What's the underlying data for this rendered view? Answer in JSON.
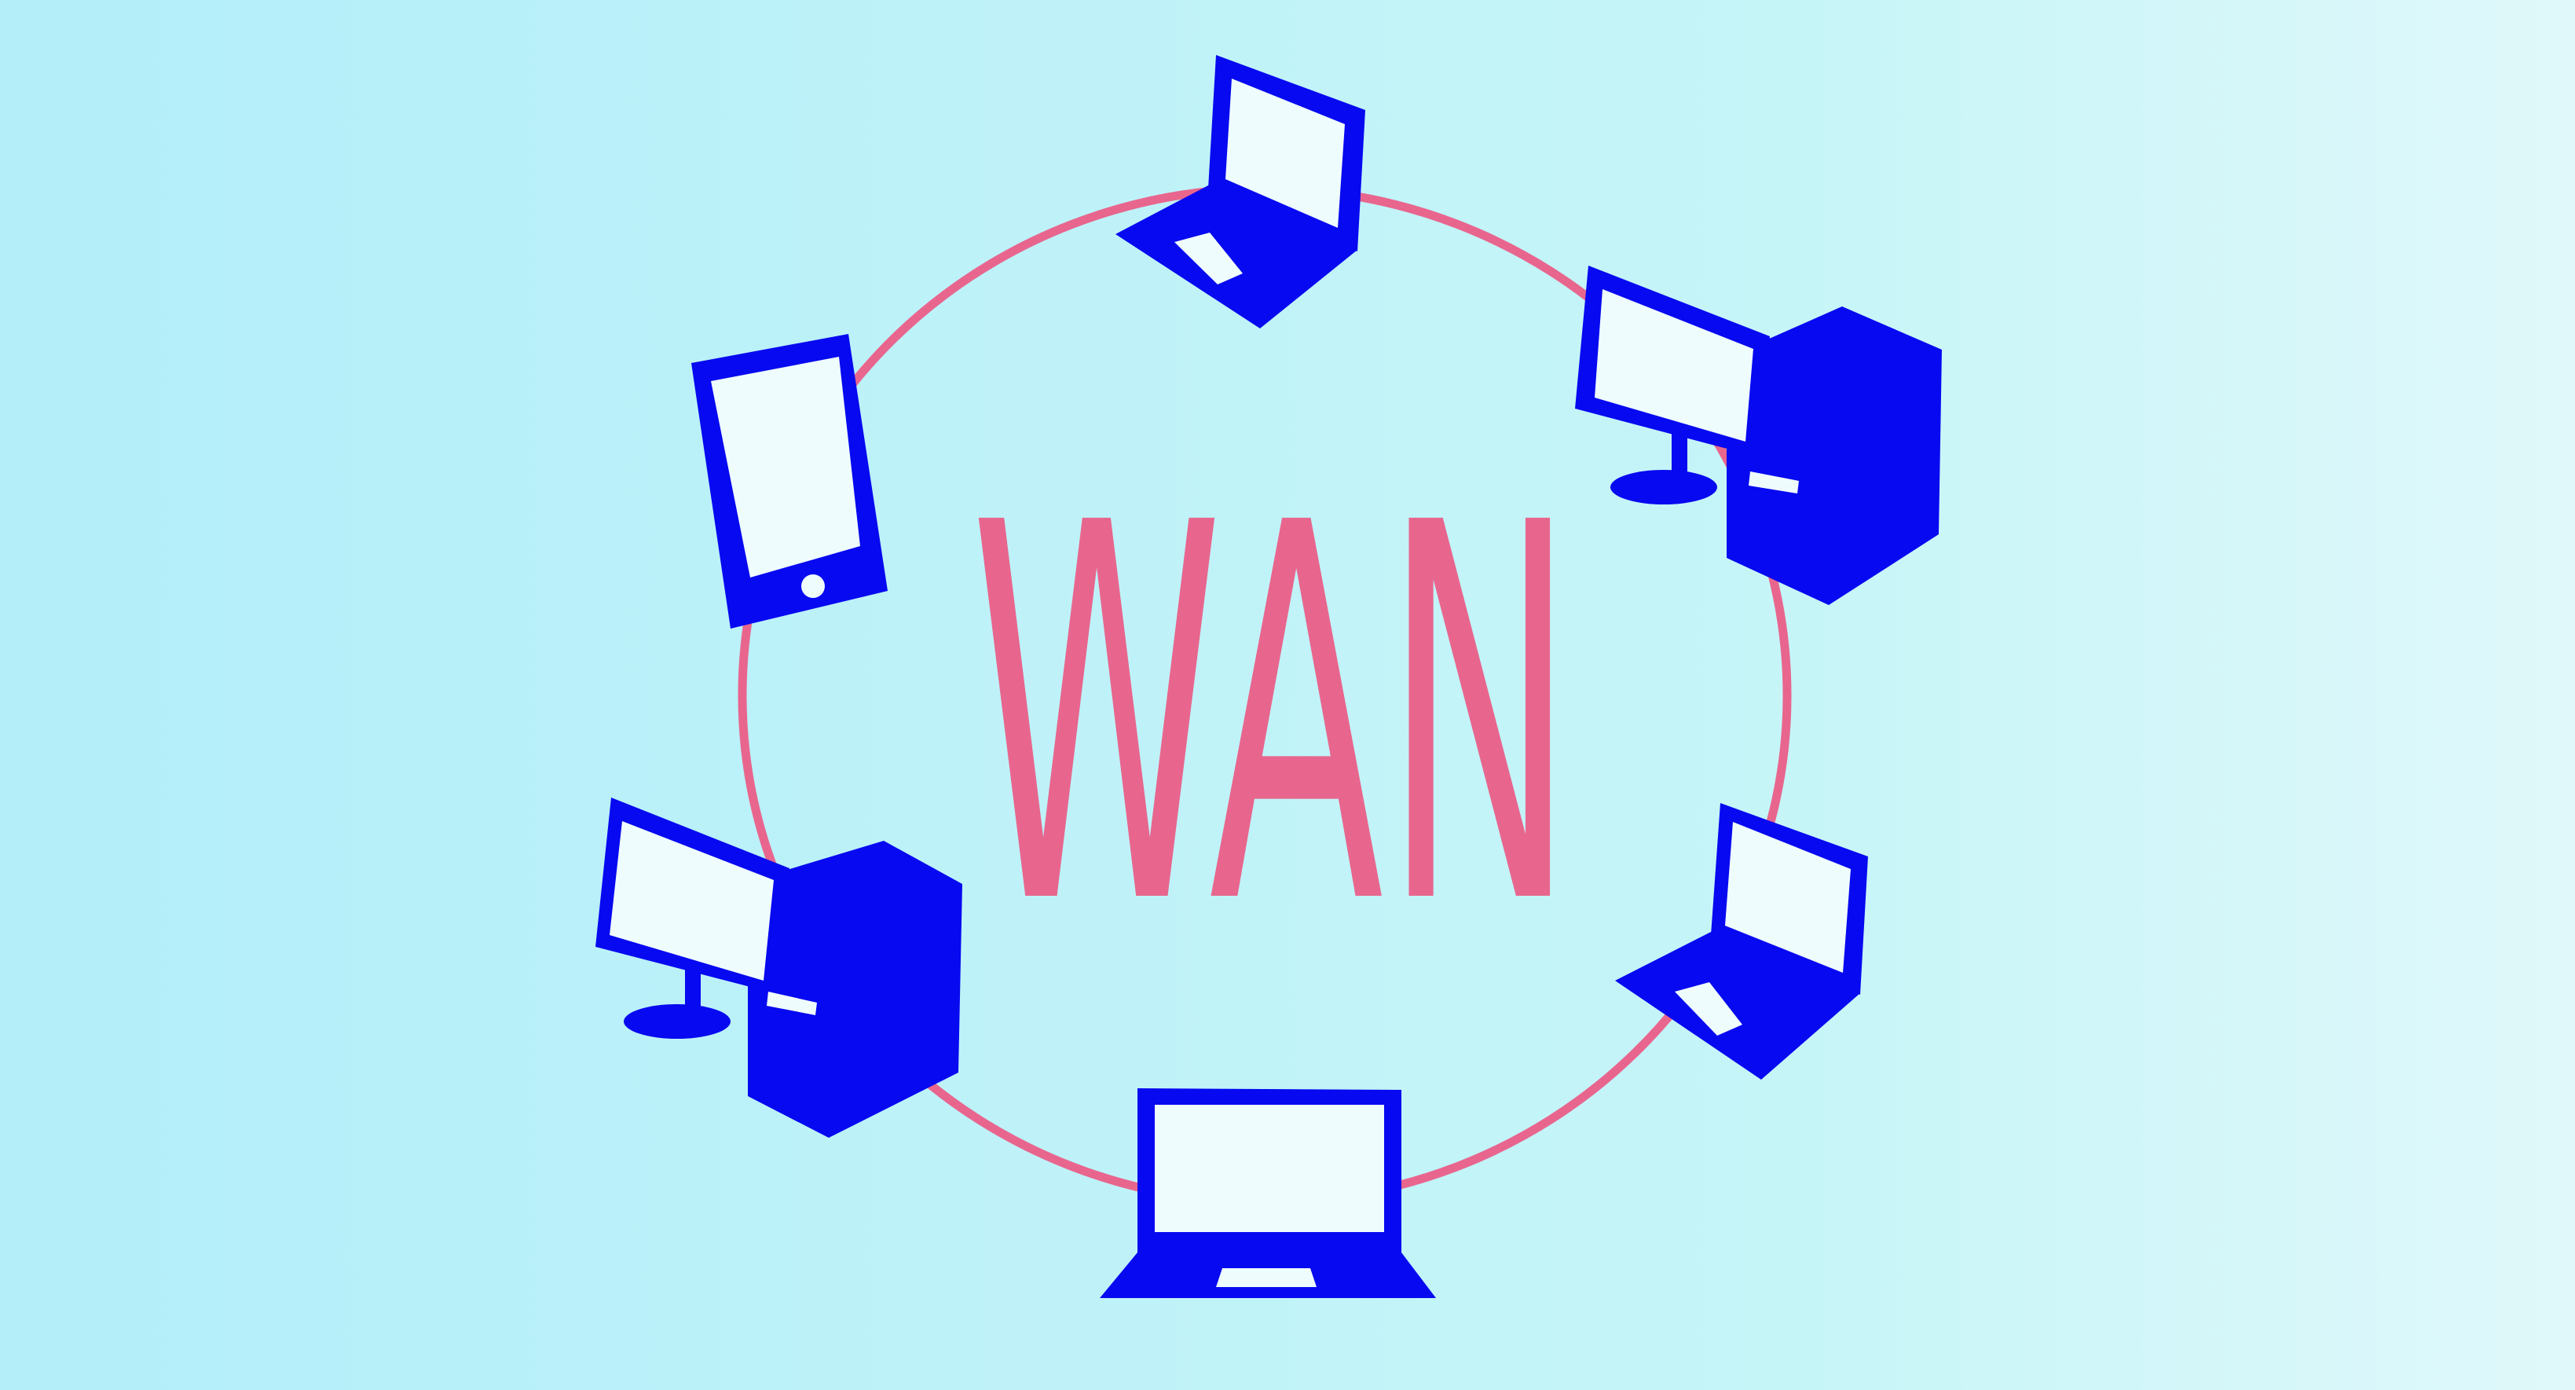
{
  "diagram": {
    "label": "WAN",
    "nodes": [
      {
        "name": "laptop-top",
        "kind": "laptop"
      },
      {
        "name": "desktop-top-right",
        "kind": "desktop"
      },
      {
        "name": "laptop-right",
        "kind": "laptop"
      },
      {
        "name": "laptop-bottom",
        "kind": "laptop"
      },
      {
        "name": "desktop-left",
        "kind": "desktop"
      },
      {
        "name": "tablet-top-left",
        "kind": "tablet"
      }
    ]
  },
  "colors": {
    "background_left": "#b3eef9",
    "background_right": "#e0f8fa",
    "ring": "#e8668e",
    "label": "#e8668e",
    "device": "#0709f0",
    "screen": "#effcfd"
  }
}
